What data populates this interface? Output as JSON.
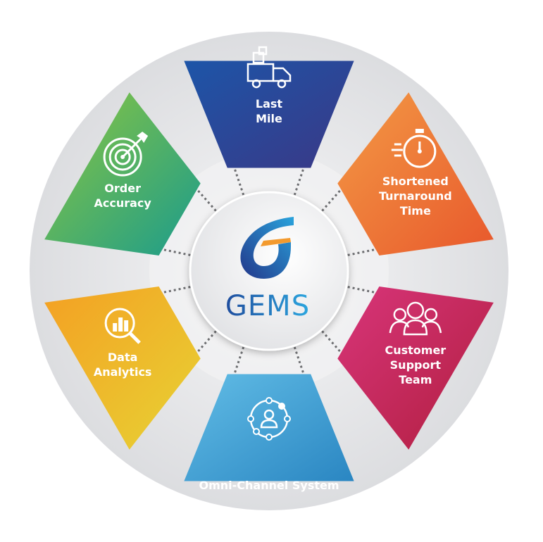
{
  "center": {
    "logo_text": "GEMS"
  },
  "segments": [
    {
      "id": "last-mile",
      "lines": [
        "Last",
        "Mile"
      ],
      "icon": "delivery-truck-icon",
      "colors": [
        "#1d55a8",
        "#3a3886"
      ]
    },
    {
      "id": "shortened-turnaround-time",
      "lines": [
        "Shortened",
        "Turnaround",
        "Time"
      ],
      "icon": "stopwatch-icon",
      "colors": [
        "#f39a45",
        "#e8582c"
      ]
    },
    {
      "id": "customer-support-team",
      "lines": [
        "Customer",
        "Support",
        "Team"
      ],
      "icon": "team-icon",
      "colors": [
        "#d8357a",
        "#b01e3e"
      ]
    },
    {
      "id": "omni-channel-system",
      "lines": [
        "Omni-Channel System"
      ],
      "icon": "network-user-icon",
      "colors": [
        "#62bde6",
        "#2a86c2"
      ]
    },
    {
      "id": "data-analytics",
      "lines": [
        "Data",
        "Analytics"
      ],
      "icon": "analytics-magnifier-icon",
      "colors": [
        "#f4a023",
        "#e7d334"
      ]
    },
    {
      "id": "order-accuracy",
      "lines": [
        "Order",
        "Accuracy"
      ],
      "icon": "target-icon",
      "colors": [
        "#8cc63f",
        "#1b9c8c"
      ]
    }
  ]
}
